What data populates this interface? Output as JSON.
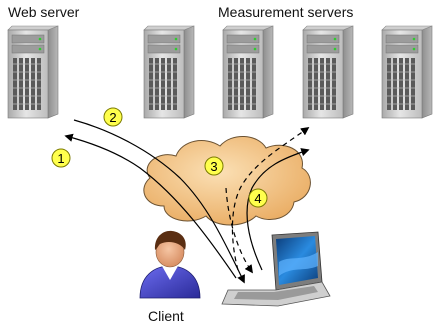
{
  "labels": {
    "web_server": "Web server",
    "measurement_servers": "Measurement servers",
    "client": "Client"
  },
  "steps": [
    "1",
    "2",
    "3",
    "4"
  ],
  "colors": {
    "step_fill": "#ffff4d",
    "step_stroke": "#7a7a00",
    "cloud_fill": "#f3c58c",
    "server_body": "#d9d9d9",
    "server_led": "#2ecc2e",
    "person_shirt": "#3a3aa8",
    "laptop_screen": "#1d6fb8"
  },
  "icons": [
    "server-icon",
    "cloud-icon",
    "laptop-icon",
    "person-icon",
    "arrow-icon"
  ]
}
